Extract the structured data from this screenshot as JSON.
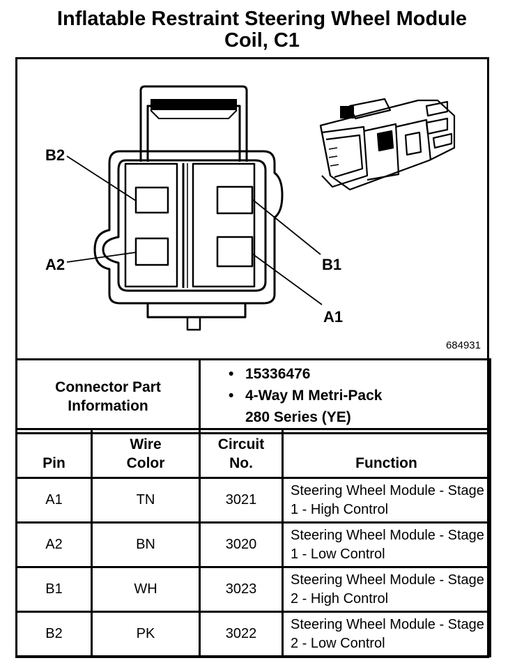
{
  "title": {
    "line1": "Inflatable Restraint Steering Wheel Module",
    "line2": "Coil, C1"
  },
  "diagram": {
    "pin_labels": {
      "b2": "B2",
      "a2": "A2",
      "b1": "B1",
      "a1": "A1"
    },
    "image_number": "684931"
  },
  "connector_info": {
    "label": "Connector Part Information",
    "bullet": "•",
    "items": [
      "15336476",
      "4-Way M Metri-Pack\n280 Series (YE)"
    ]
  },
  "table": {
    "headers": {
      "pin": "Pin",
      "wire_color": "Wire Color",
      "circuit_no": "Circuit No.",
      "function": "Function"
    },
    "rows": [
      {
        "pin": "A1",
        "wire_color": "TN",
        "circuit_no": "3021",
        "function": "Steering Wheel Module - Stage 1 - High Control"
      },
      {
        "pin": "A2",
        "wire_color": "BN",
        "circuit_no": "3020",
        "function": "Steering Wheel Module - Stage 1 - Low Control"
      },
      {
        "pin": "B1",
        "wire_color": "WH",
        "circuit_no": "3023",
        "function": "Steering Wheel Module - Stage 2 - High Control"
      },
      {
        "pin": "B2",
        "wire_color": "PK",
        "circuit_no": "3022",
        "function": "Steering Wheel Module - Stage 2 - Low Control"
      }
    ]
  }
}
